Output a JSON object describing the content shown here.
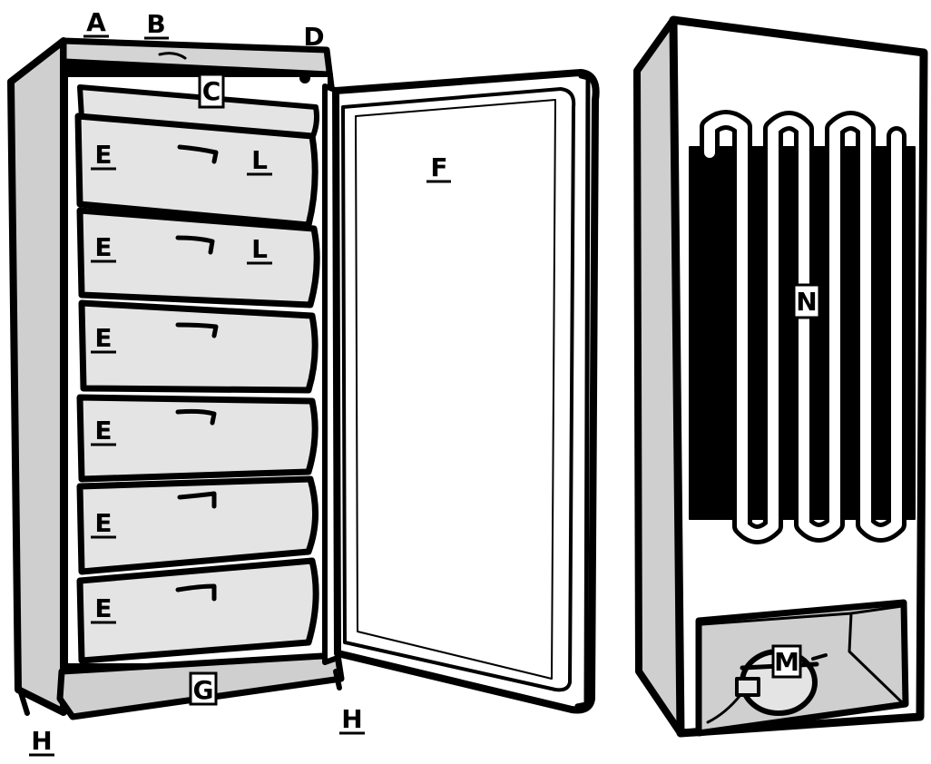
{
  "labels": {
    "A": "A",
    "B": "B",
    "C": "C",
    "D": "D",
    "E1": "E",
    "E2": "E",
    "E3": "E",
    "E4": "E",
    "E5": "E",
    "E6": "E",
    "F": "F",
    "G": "G",
    "H_left": "H",
    "H_right": "H",
    "L1": "L",
    "L2": "L",
    "M": "M",
    "N": "N"
  },
  "colors": {
    "ink": "#000000",
    "cabinet_gray": "#cfcfcf",
    "drawer_gray": "#e4e4e4",
    "door_white": "#ffffff",
    "coil_black": "#000000"
  }
}
